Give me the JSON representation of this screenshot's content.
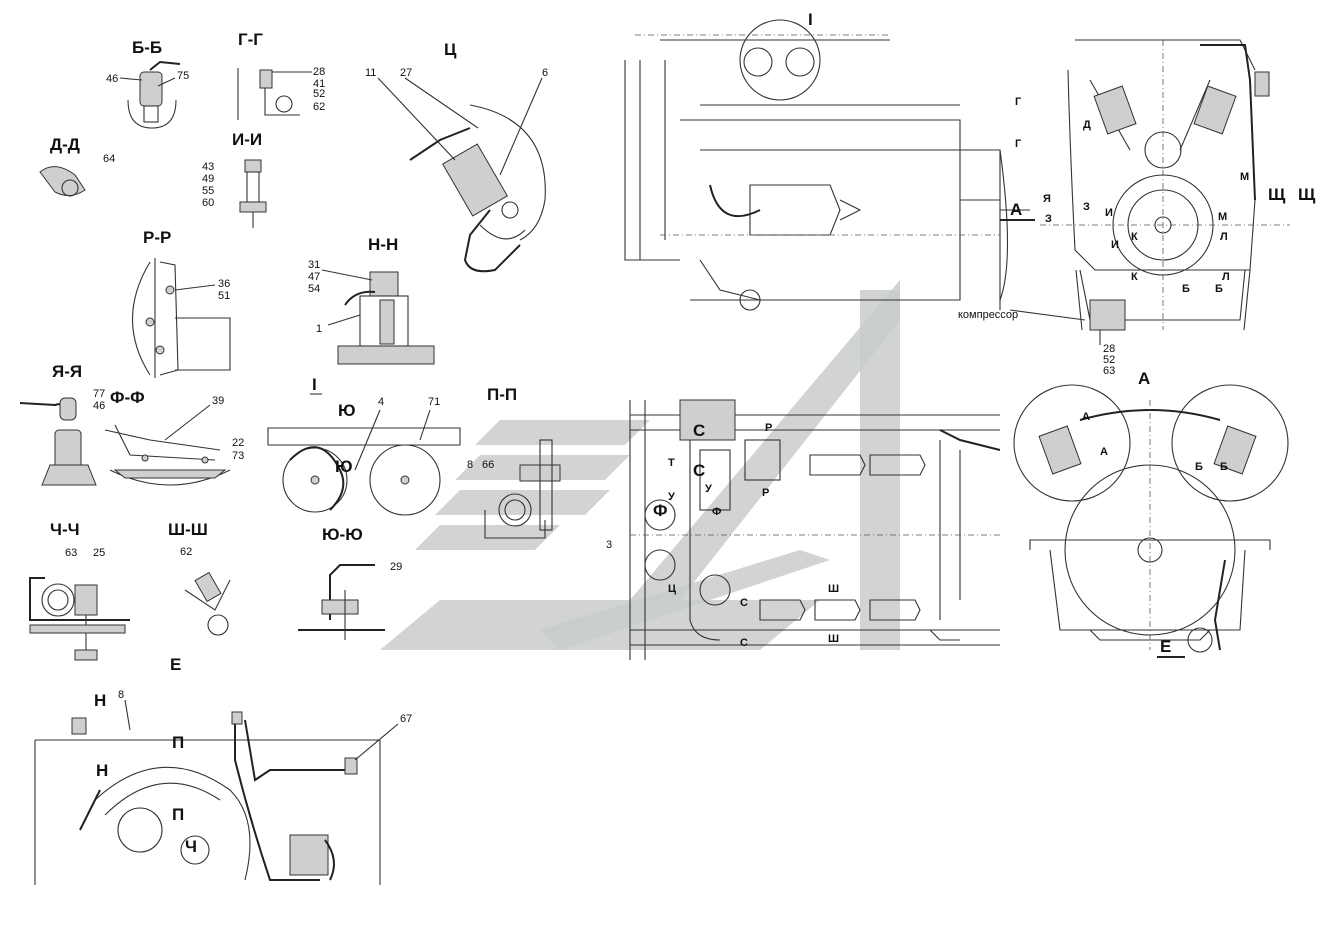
{
  "sections": {
    "bb": "Б-Б",
    "gg": "Г-Г",
    "ts": "Ц",
    "dd": "Д-Д",
    "ii": "И-И",
    "rr": "Р-Р",
    "nn": "Н-Н",
    "yaya": "Я-Я",
    "ff": "Ф-Ф",
    "i_roman": "I",
    "pp": "П-П",
    "chch": "Ч-Ч",
    "shsh": "Ш-Ш",
    "yuyu": "Ю-Ю",
    "e": "Е",
    "a": "А"
  },
  "callouts": {
    "n46a": "46",
    "n75": "75",
    "n28a": "28",
    "n41": "41",
    "n52a": "52",
    "n62a": "62",
    "n11": "11",
    "n27": "27",
    "n6": "6",
    "n64": "64",
    "n43": "43",
    "n49": "49",
    "n55": "55",
    "n60": "60",
    "n36": "36",
    "n51": "51",
    "n31": "31",
    "n47": "47",
    "n54": "54",
    "n1": "1",
    "n77": "77",
    "n46b": "46",
    "n39": "39",
    "n22": "22",
    "n73": "73",
    "n4": "4",
    "n71": "71",
    "n8a": "8",
    "n66": "66",
    "n3": "3",
    "n63a": "63",
    "n25": "25",
    "n62b": "62",
    "n29": "29",
    "n8b": "8",
    "n67": "67",
    "n28b": "28",
    "n52b": "52",
    "n63b": "63"
  },
  "markers": {
    "yu1": "Ю",
    "yu2": "Ю",
    "n_top": "Н",
    "n_bot": "Н",
    "p_top": "П",
    "p_bot": "П",
    "ch": "Ч",
    "c1": "С",
    "c2": "С",
    "c3": "С",
    "c4": "С",
    "t": "Т",
    "u1": "У",
    "u2": "У",
    "f1": "Ф",
    "f2": "Ф",
    "r1": "Р",
    "r2": "Р",
    "ts_m": "Ц",
    "sh1": "Ш",
    "sh2": "Ш",
    "g1": "Г",
    "g2": "Г",
    "d": "Д",
    "ya1": "Я",
    "z1": "З",
    "z2": "З",
    "i1": "И",
    "i2": "И",
    "k1": "К",
    "k2": "К",
    "l1": "Л",
    "l2": "Л",
    "m1": "М",
    "m2": "М",
    "sch1": "Щ",
    "sch2": "Щ",
    "b1": "Б",
    "b2": "Б",
    "a_arrow": "А",
    "a2": "А",
    "a3": "А",
    "b3": "Б",
    "b4": "Б",
    "e_m": "Е",
    "i_top": "I"
  },
  "compressor_label": "компрессор"
}
